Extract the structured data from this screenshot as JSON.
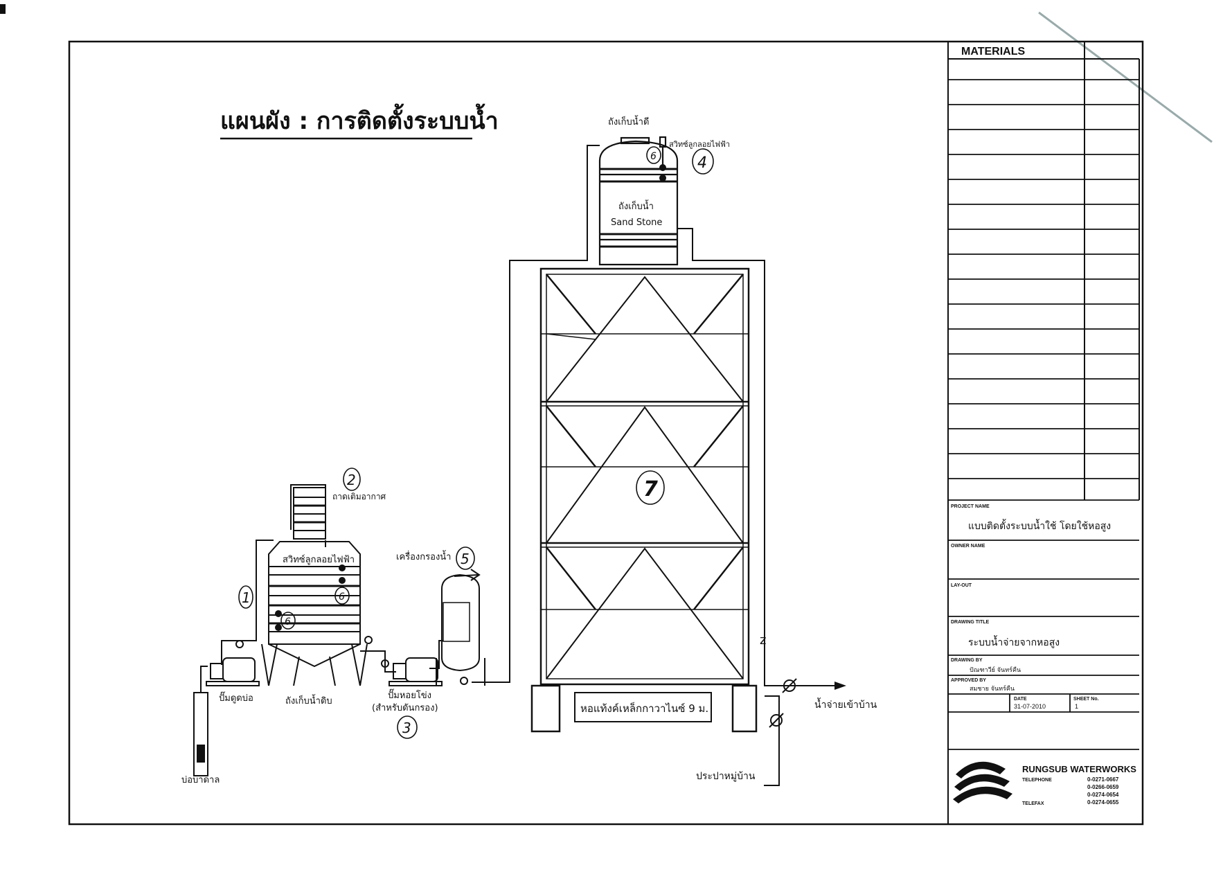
{
  "title": "แผนผัง : การติดตั้งระบบน้ำ",
  "labels": {
    "clean_tank": "ถังเก็บน้ำดี",
    "float_switch_top": "สวิทซ์ลูกลอยไฟฟ้า",
    "tank_name_th": "ถังเก็บน้ำ",
    "tank_name_en": "Sand Stone",
    "air_vent": "ถาดเติมอากาศ",
    "float_switch_raw": "สวิทซ์ลูกลอยไฟฟ้า",
    "filter": "เครื่องกรองน้ำ",
    "deep_pump": "ปั๊มดูดบ่อ",
    "raw_tank": "ถังเก็บน้ำดิบ",
    "filter_pump_1": "ปั๊มหอยโข่ง",
    "filter_pump_2": "(สำหรับดันกรอง)",
    "well": "บ่อบาดาล",
    "tower": "หอแท้งค์เหล็กกาวาไนซ์ 9 ม.",
    "to_house": "น้ำจ่ายเข้าบ้าน",
    "village_supply": "ประปาหมู่บ้าน"
  },
  "callouts": {
    "c1": "1",
    "c2": "2",
    "c3": "3",
    "c4": "4",
    "c5": "5",
    "c7": "7",
    "c6a": "6",
    "c6b": "6",
    "c6c": "6"
  },
  "title_block": {
    "materials_header": "MATERIALS",
    "project_name_label": "PROJECT NAME",
    "project_name": "แบบติดตั้งระบบน้ำใช้ โดยใช้หอสูง",
    "owner_name_label": "OWNER NAME",
    "layout_label": "LAY-OUT",
    "drawing_title_label": "DRAWING TITLE",
    "drawing_title": "ระบบน้ำจ่ายจากหอสูง",
    "drawn_by_label": "DRAWING BY",
    "drawn_by": "ปัณฑาวีย์  จันทร์คืน",
    "approved_by_label": "APPROVED BY",
    "approved_by": "สมชาย  จันทร์คืน",
    "date_label": "DATE",
    "date": "31-07-2010",
    "sheet_label": "SHEET No.",
    "sheet_no": "1",
    "company": "RUNGSUB WATERWORKS",
    "telephone_label": "TELEPHONE",
    "telefax_label": "TELEFAX",
    "phones": [
      "0-0271-0667",
      "0-0266-0659",
      "0-0274-0654",
      "0-0274-0655"
    ]
  }
}
